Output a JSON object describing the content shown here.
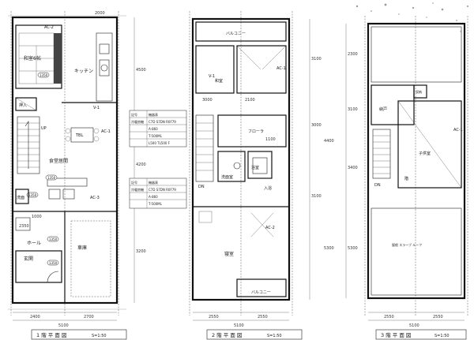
{
  "plans": [
    {
      "title": "1 階 平 面 図",
      "scale": "S=1:50",
      "rooms": {
        "washitsu": "和室6帖",
        "kitchen": "キッチン",
        "oshiire": "押入",
        "shokudo": "食堂居間",
        "hall": "ホール",
        "genkan": "玄関",
        "shako": "車庫",
        "senmen": "洗面"
      },
      "tags": [
        "V-1",
        "AC-1",
        "AC-2",
        "AC-3",
        "UP"
      ],
      "badges": [
        "1350",
        "1350",
        "1350",
        "1350",
        "1350"
      ],
      "dims_bottom": [
        "2400",
        "2700",
        "5100"
      ],
      "dims_side": [
        "4500",
        "4200",
        "3200",
        "2000",
        "2350",
        "1000"
      ],
      "table1": [
        [
          "記号",
          "機種",
          "機器表"
        ],
        [
          "冷暖房機",
          "C7D S7DN R0F79"
        ],
        [
          "",
          "A-860"
        ],
        [
          "",
          "T-500ML"
        ],
        [
          "",
          "L500 TL500 F"
        ]
      ],
      "table2": [
        [
          "記号",
          "機種",
          "機器表"
        ],
        [
          "冷暖房機",
          "C7D S7DN R0F79"
        ],
        [
          "",
          "A-860"
        ],
        [
          "",
          "T-500ML"
        ]
      ]
    },
    {
      "title": "2 階 平 面 図",
      "scale": "S=1:50",
      "rooms": {
        "balcony_top": "バルコニー",
        "washitsu": "和室",
        "furo": "フローラ",
        "senmen": "洗面室",
        "yokushitsu": "浴室",
        "shinshitsu": "寝室",
        "balcony_bottom": "バルコニー",
        "nyuuyoku": "入浴",
        "dn": "DN"
      },
      "tags": [
        "V-1",
        "AC-1",
        "AC-2"
      ],
      "dims_bottom": [
        "2550",
        "2550",
        "5100"
      ],
      "dims_top": [
        "3000",
        "2100",
        "1100"
      ],
      "dims_side": [
        "3100",
        "3000",
        "3100",
        "4400",
        "5300"
      ]
    },
    {
      "title": "3 階 平 面 図",
      "scale": "S=1:50",
      "rooms": {
        "nando": "納戸",
        "shuunou": "収納",
        "kodomo": "子供室",
        "kai": "階",
        "yane": "屋根 スラーブ ルーフ"
      },
      "tags": [
        "AC-1",
        "DN"
      ],
      "dims_bottom": [
        "2550",
        "2550",
        "5100"
      ],
      "dims_side": [
        "2300",
        "3100",
        "3400",
        "5300"
      ]
    }
  ]
}
